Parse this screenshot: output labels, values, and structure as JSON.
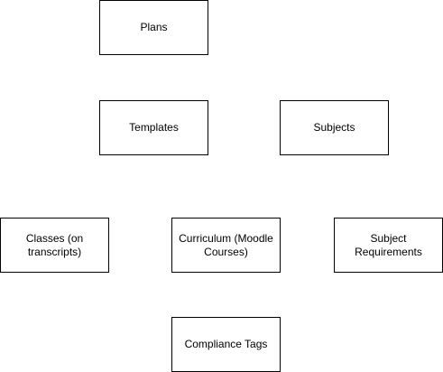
{
  "diagram": {
    "nodes": {
      "plans": "Plans",
      "templates": "Templates",
      "subjects": "Subjects",
      "classes": "Classes (on transcripts)",
      "curriculum": "Curriculum (Moodle Courses)",
      "subject_requirements": "Subject Requirements",
      "compliance_tags": "Compliance Tags"
    },
    "colors": {
      "border": "#000000",
      "fill": "#ffffff",
      "text": "#000000"
    }
  }
}
